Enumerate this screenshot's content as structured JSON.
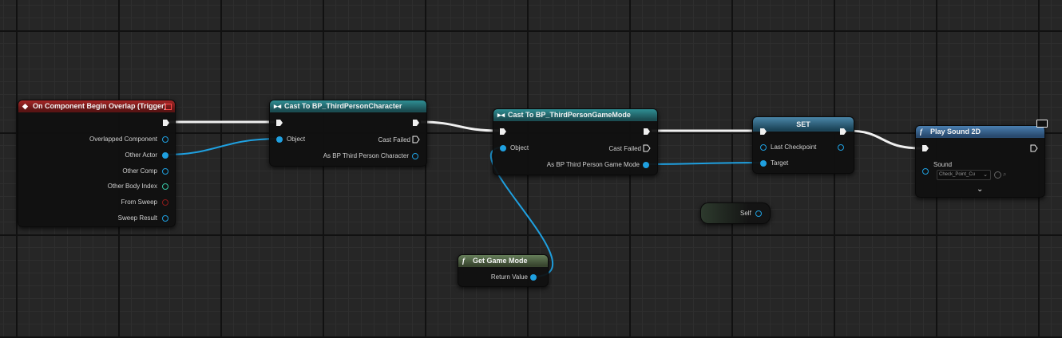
{
  "nodes": {
    "overlap": {
      "title": "On Component Begin Overlap (Trigger)",
      "pins": [
        "Overlapped Component",
        "Other Actor",
        "Other Comp",
        "Other Body Index",
        "From Sweep",
        "Sweep Result"
      ]
    },
    "cast_character": {
      "title": "Cast To BP_ThirdPersonCharacter",
      "object": "Object",
      "cast_failed": "Cast Failed",
      "output": "As BP Third Person Character"
    },
    "cast_gamemode": {
      "title": "Cast To BP_ThirdPersonGameMode",
      "object": "Object",
      "cast_failed": "Cast Failed",
      "output": "As BP Third Person Game Mode"
    },
    "set": {
      "title": "SET",
      "variable": "Last Checkpoint",
      "target": "Target"
    },
    "play_sound": {
      "title": "Play Sound 2D",
      "sound_label": "Sound",
      "sound_value": "Check_Point_Cu"
    },
    "self": {
      "label": "Self"
    },
    "get_game_mode": {
      "title": "Get Game Mode",
      "output": "Return Value"
    }
  },
  "colors": {
    "exec": "#f0f0f0",
    "object_pin": "#1fa0e0",
    "event_header": "#a62626",
    "cast_header": "#2f8f94",
    "function_header": "#4a7fb0",
    "pure_header": "#667f5a"
  },
  "icons": {
    "event": "diamond-event-icon",
    "cast": "cast-arrows-icon",
    "function": "function-f-icon",
    "monitor": "monitor-icon"
  }
}
